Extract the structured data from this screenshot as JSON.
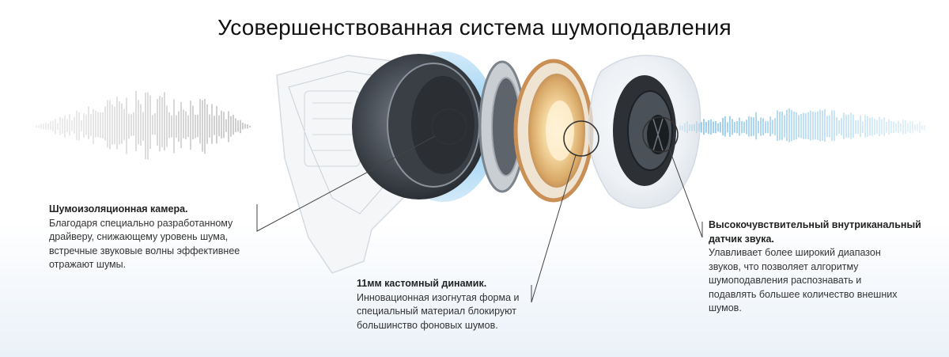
{
  "page": {
    "title": "Усовершенствованная система шумоподавления"
  },
  "callouts": [
    {
      "heading": "Шумоизоляционная камера.",
      "body": "Благодаря специально разработанному\nдрайверу, снижающему уровень шума,\nвстречные звуковые волны эффективнее\nотражают шумы."
    },
    {
      "heading": "11мм кастомный динамик.",
      "body": "Инновационная изогнутая форма и\nспециальный материал блокируют\nбольшинство фоновых шумов."
    },
    {
      "heading": "Высокочувствительный внутриканальный\nдатчик звука.",
      "body": "Улавливает более широкий диапазон\nзвуков, что позволяет алгоритму\nшумоподавления распознавать и\nподавлять большее количество внешних\nшумов."
    }
  ],
  "colors": {
    "noise_wave": "#9a9a9a",
    "clean_wave": "#3aa0dc",
    "driver_ring": "#e8b06a",
    "chamber": "#4a5058",
    "leader_line": "#444444"
  },
  "icons": [
    "sound-wave-left-icon",
    "sound-wave-right-icon",
    "earbud-exploded-icon"
  ]
}
